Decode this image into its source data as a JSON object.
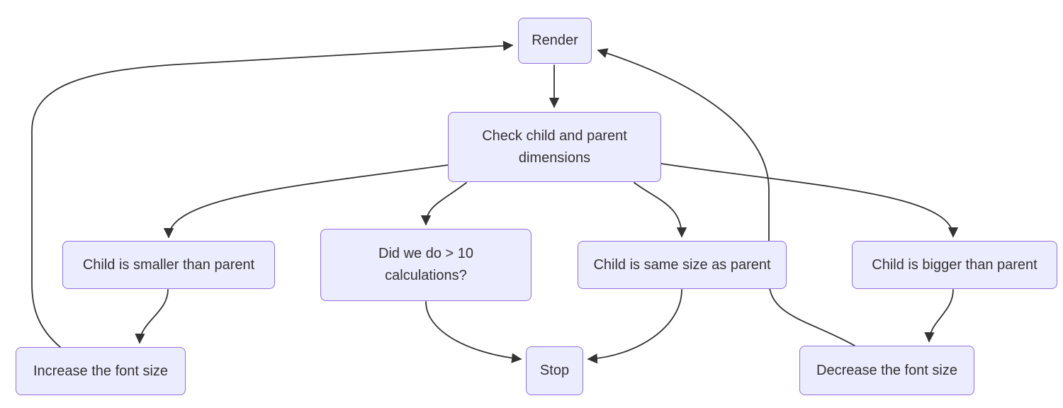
{
  "diagram": {
    "type": "flowchart",
    "direction": "top-down",
    "colors": {
      "background": "#ffffff",
      "node_fill": "#ECECFF",
      "node_border": "#9370DB",
      "edge": "#333333",
      "text": "#333333"
    },
    "nodes": [
      {
        "id": "render",
        "label": "Render"
      },
      {
        "id": "check",
        "label": "Check child and parent\ndimensions"
      },
      {
        "id": "smaller",
        "label": "Child is smaller than parent"
      },
      {
        "id": "calcs",
        "label": "Did we do > 10\ncalculations?"
      },
      {
        "id": "same",
        "label": "Child is same size as parent"
      },
      {
        "id": "bigger",
        "label": "Child is bigger than parent"
      },
      {
        "id": "increase",
        "label": "Increase the font size"
      },
      {
        "id": "stop",
        "label": "Stop"
      },
      {
        "id": "decrease",
        "label": "Decrease the font size"
      }
    ],
    "edges": [
      {
        "from": "render",
        "to": "check"
      },
      {
        "from": "check",
        "to": "smaller"
      },
      {
        "from": "check",
        "to": "calcs"
      },
      {
        "from": "check",
        "to": "same"
      },
      {
        "from": "check",
        "to": "bigger"
      },
      {
        "from": "smaller",
        "to": "increase"
      },
      {
        "from": "calcs",
        "to": "stop"
      },
      {
        "from": "same",
        "to": "stop"
      },
      {
        "from": "bigger",
        "to": "decrease"
      },
      {
        "from": "increase",
        "to": "render"
      },
      {
        "from": "decrease",
        "to": "render"
      }
    ]
  }
}
